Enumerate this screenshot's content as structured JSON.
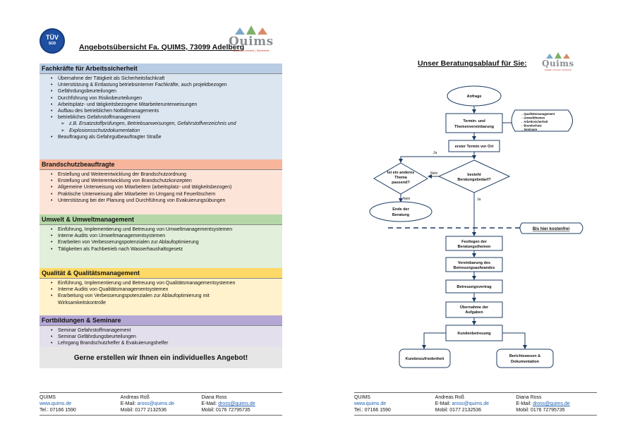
{
  "left_page": {
    "badge": {
      "top": "TÜV",
      "bottom": "SÜD"
    },
    "title": "Angebotsübersicht Fa. QUIMS, 73099 Adelberg",
    "logo": {
      "word": "Quims",
      "tagline": "Qualität | Umwelt | Sicherheit"
    },
    "sections": [
      {
        "heading": "Fachkräfte für Arbeitssicherheit",
        "items": [
          "Übernahme der Tätigkeit als Sicherheitsfachkraft",
          "Unterstützung & Entlastung betriebsinterner Fachkräfte, auch projektbezogen",
          "Gefährdungsbeurteilungen",
          "Durchführung von Risikobeurteilungen",
          "Arbeitsplatz- und tätigkeitsbezogene Mitarbeiterunterweisungen",
          "Aufbau des betrieblichen Notfallmanagements",
          "betriebliches Gefahrstoffmanagement",
          "z.B. Ersatzstoffprüfungen, Betriebsanweisungen, Gefahrstoffverzeichnis und",
          "Explosionsschutzdokumentation",
          "Beauftragung als Gefahrgutbeauftragter Straße"
        ]
      },
      {
        "heading": "Brandschutzbeauftragte",
        "items": [
          "Erstellung und Weiterentwicklung der Brandschutzordnung",
          "Erstellung und Weiterentwicklung von Brandschutzkonzepten",
          "Allgemeine Unterweisung von Mitarbeitern (arbeitsplatz- und tätigkeitsbezogen)",
          "Praktische Unterweisung aller Mitarbeiter im Umgang mit Feuerlöschern",
          "Unterstützung bei der Planung und Durchführung von Evakuierungsübungen"
        ]
      },
      {
        "heading": "Umwelt & Umweltmanagement",
        "items": [
          "Einführung, Implementierung und Betreuung von Umweltmanagementsystemen",
          "Interne Audits von Umweltmanagementsystemen",
          "Erarbeiten von Verbesserungspotenzialen zur Ablaufoptimierung",
          "Tätigkeiten als Fachbetrieb nach Wasserhaushaltsgesetz"
        ]
      },
      {
        "heading": "Qualität & Qualitätsmanagement",
        "items": [
          "Einführung, Implementierung und Betreuung von Qualitätsmanagementsystemen",
          "Interne Audits von Qualitätsmanagementsystemen",
          "Erarbeitung von Verbesserungspotenzialen zur Ablaufoptimierung mit",
          "Wirksamkeitskontrolle"
        ]
      },
      {
        "heading": "Fortbildungen & Seminare",
        "items": [
          "Seminar Gefahrstoffmanagement",
          "Seminar Gefährdungsbeurteilungen",
          "Lehrgang Brandschutzhelfer & Evakuierungshelfer"
        ]
      }
    ],
    "closing": "Gerne erstellen wir Ihnen ein individuelles Angebot!"
  },
  "footer": {
    "company": "QUIMS",
    "website": "www.quims.de",
    "phone": "Tel.: 07166 1590",
    "person1": {
      "name": "Andreas Roß",
      "email_label": "E-Mail:",
      "email": "aross@quims.de",
      "mobile": "Mobil: 0177 2132536"
    },
    "person2": {
      "name": "Diana Ross",
      "email_label": "E-Mail:",
      "email": "dross@quims.de",
      "mobile": "Mobil: 0176 72795735"
    }
  },
  "right_page": {
    "title": "Unser Beratungsablauf für Sie:",
    "flow": {
      "start": "Anfrage",
      "termin": [
        "Termin- und",
        "Themenvereinbarung"
      ],
      "themes": [
        "→ Qualitätsmanagement",
        "→ Umweltthemen",
        "→ Arbeitssicherheit",
        "→ Brandschutz",
        "→ Seminare"
      ],
      "first_meeting": "erster Termin vor Ort",
      "decision1": [
        "besteht",
        "Beratungsbedarf?"
      ],
      "decision2": [
        "Ist ein anderes",
        "Thema",
        "passend?"
      ],
      "end": [
        "Ende der",
        "Beratung"
      ],
      "yes": "Ja",
      "no": "Nein",
      "free_until": "Bis hier kostenfrei",
      "steps": [
        [
          "Festlegen der",
          "Beratungsthemen"
        ],
        [
          "Vereinbarung des",
          "Betreuungsaufwandes"
        ],
        [
          "Betreuungsvertrag"
        ],
        [
          "Übernahme der",
          "Aufgaben"
        ],
        [
          "Kundenbetreuung"
        ]
      ],
      "outcome_left": "Kundenzufriedenheit",
      "outcome_right": [
        "Berichtswesen &",
        "Dokumentation"
      ]
    }
  }
}
